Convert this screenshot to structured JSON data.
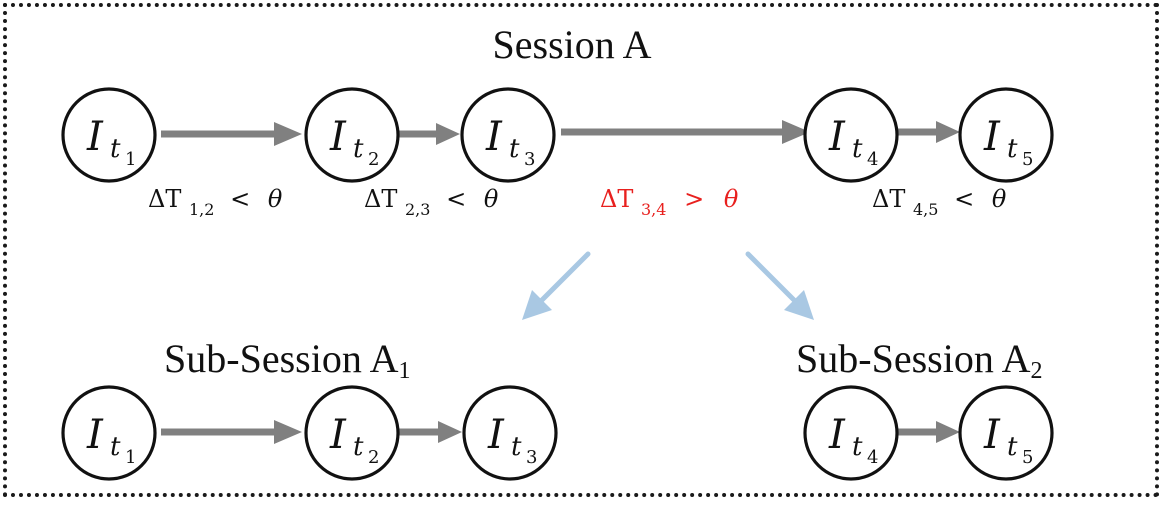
{
  "session": {
    "title": "Session A",
    "nodes": [
      {
        "base": "I",
        "sub": "t",
        "index": "1"
      },
      {
        "base": "I",
        "sub": "t",
        "index": "2"
      },
      {
        "base": "I",
        "sub": "t",
        "index": "3"
      },
      {
        "base": "I",
        "sub": "t",
        "index": "4"
      },
      {
        "base": "I",
        "sub": "t",
        "index": "5"
      }
    ],
    "conditions": [
      {
        "delta": "ΔT",
        "sub": "1,2",
        "op": "<",
        "rhs": "θ",
        "color": "#111111"
      },
      {
        "delta": "ΔT",
        "sub": "2,3",
        "op": "<",
        "rhs": "θ",
        "color": "#111111"
      },
      {
        "delta": "ΔT",
        "sub": "3,4",
        "op": ">",
        "rhs": "θ",
        "color": "#e8201e"
      },
      {
        "delta": "ΔT",
        "sub": "4,5",
        "op": "<",
        "rhs": "θ",
        "color": "#111111"
      }
    ]
  },
  "sub_sessions": [
    {
      "title": "Sub-Session A",
      "title_sub": "1"
    },
    {
      "title": "Sub-Session A",
      "title_sub": "2"
    }
  ],
  "colors": {
    "arrow_gray": "#808080",
    "arrow_blue": "#a9c8e3",
    "split_highlight": "#e8201e",
    "border": "#1a1a1a"
  }
}
